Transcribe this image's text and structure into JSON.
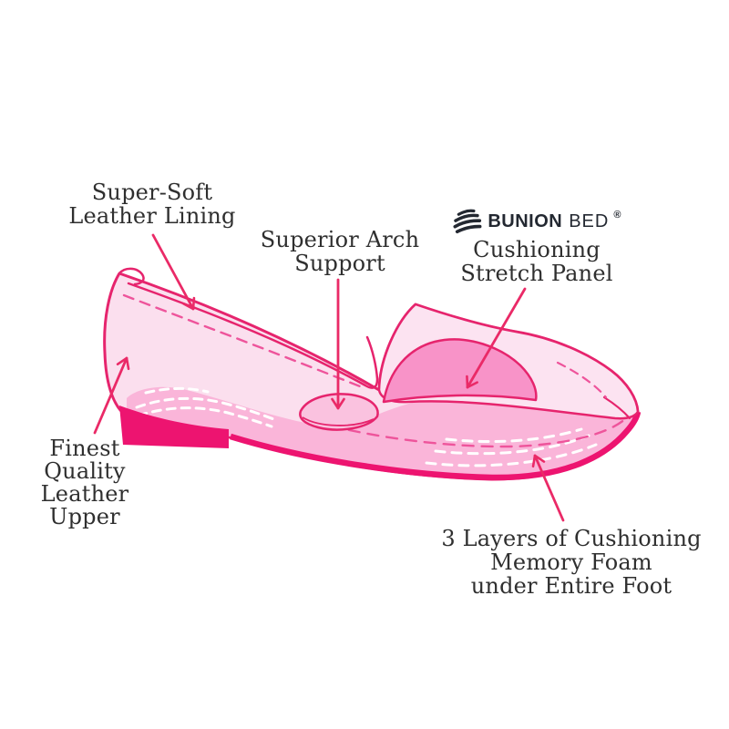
{
  "colors": {
    "outline": "#E6246D",
    "upper": "#FBDFEE",
    "vamp": "#FCE3F1",
    "footbed": "#FAB5D9",
    "dome": "#F893C8",
    "lens": "#FAC2DF",
    "heel": "#ED1470",
    "dashpink": "#EE549B",
    "stitch": "#FFFFFF",
    "arrow": "#EA2A67",
    "text": "#2F2F2F",
    "logo": "#232831"
  },
  "brand": {
    "bold": "BUNION",
    "light": "BED",
    "mark": "®"
  },
  "annotations": {
    "lining": {
      "lines": [
        "Super-Soft",
        "Leather Lining"
      ]
    },
    "arch": {
      "lines": [
        "Superior Arch",
        "Support"
      ]
    },
    "stretch": {
      "lines": [
        "Cushioning",
        "Stretch Panel"
      ]
    },
    "upper": {
      "lines": [
        "Finest",
        "Quality",
        "Leather",
        "Upper"
      ]
    },
    "foam": {
      "lines": [
        "3 Layers of Cushioning",
        "Memory Foam",
        "under Entire Foot"
      ]
    }
  }
}
